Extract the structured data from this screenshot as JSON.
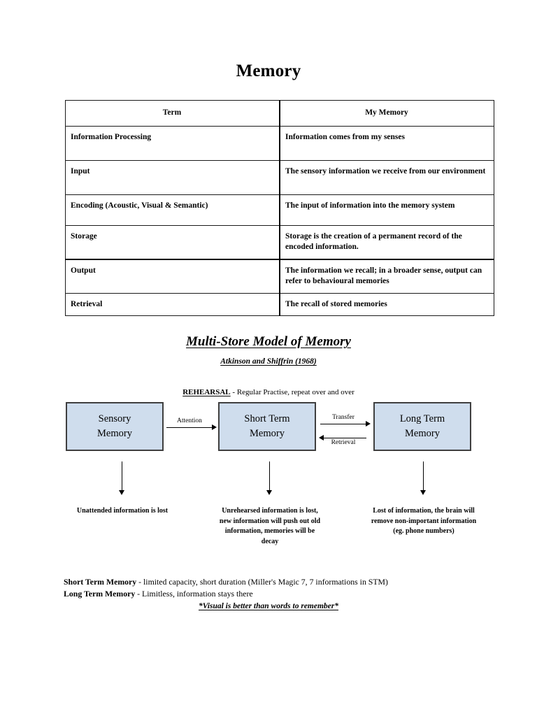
{
  "document": {
    "title": "Memory"
  },
  "terms_table": {
    "headers": [
      "Term",
      "My Memory"
    ],
    "rows": [
      {
        "term": "Information Processing",
        "memory": "Information comes from my senses"
      },
      {
        "term": "Input",
        "memory": "The sensory information we receive from our environment"
      },
      {
        "term": "Encoding (Acoustic, Visual & Semantic)",
        "memory": "The input of information into the memory system"
      },
      {
        "term": "Storage",
        "memory": "Storage is the creation of a permanent record of the encoded information."
      },
      {
        "term": "Output",
        "memory": "The information we recall; in a broader sense, output can refer to behavioural memories"
      },
      {
        "term": "Retrieval",
        "memory": "The recall of stored memories"
      }
    ]
  },
  "model": {
    "heading": "Multi-Store Model of Memory",
    "subheading": "Atkinson and Shiffrin (1968)",
    "rehearsal": {
      "keyword": "REHEARSAL",
      "text": " - Regular Practise, repeat over and over"
    },
    "boxes": [
      {
        "id": "sensory",
        "label": "Sensory\nMemory"
      },
      {
        "id": "stm",
        "label": "Short Term\nMemory"
      },
      {
        "id": "ltm",
        "label": "Long Term\nMemory"
      }
    ],
    "arrows": [
      {
        "id": "attention",
        "label": "Attention",
        "direction": "right"
      },
      {
        "id": "transfer",
        "label": "Transfer",
        "direction": "right"
      },
      {
        "id": "retrieval",
        "label": "Retrieval",
        "direction": "left"
      }
    ],
    "outcomes": [
      {
        "id": "sensory",
        "text": "Unattended information is lost"
      },
      {
        "id": "stm",
        "text": "Unrehearsed information is lost, new information will push out old information, memories will be decay"
      },
      {
        "id": "ltm",
        "text": "Lost of information, the brain will remove non-important information (eg. phone numbers)"
      }
    ],
    "box_fill_color": "#cfdded",
    "box_border_color": "#3f3f3f"
  },
  "summary": {
    "stm_term": "Short Term Memory",
    "stm_text": " - limited capacity, short duration (Miller's Magic 7, 7 informations in STM)",
    "ltm_term": "Long Term Memory",
    "ltm_text": " - Limitless, information stays there",
    "caption": "*Visual is better than words to remember*"
  }
}
